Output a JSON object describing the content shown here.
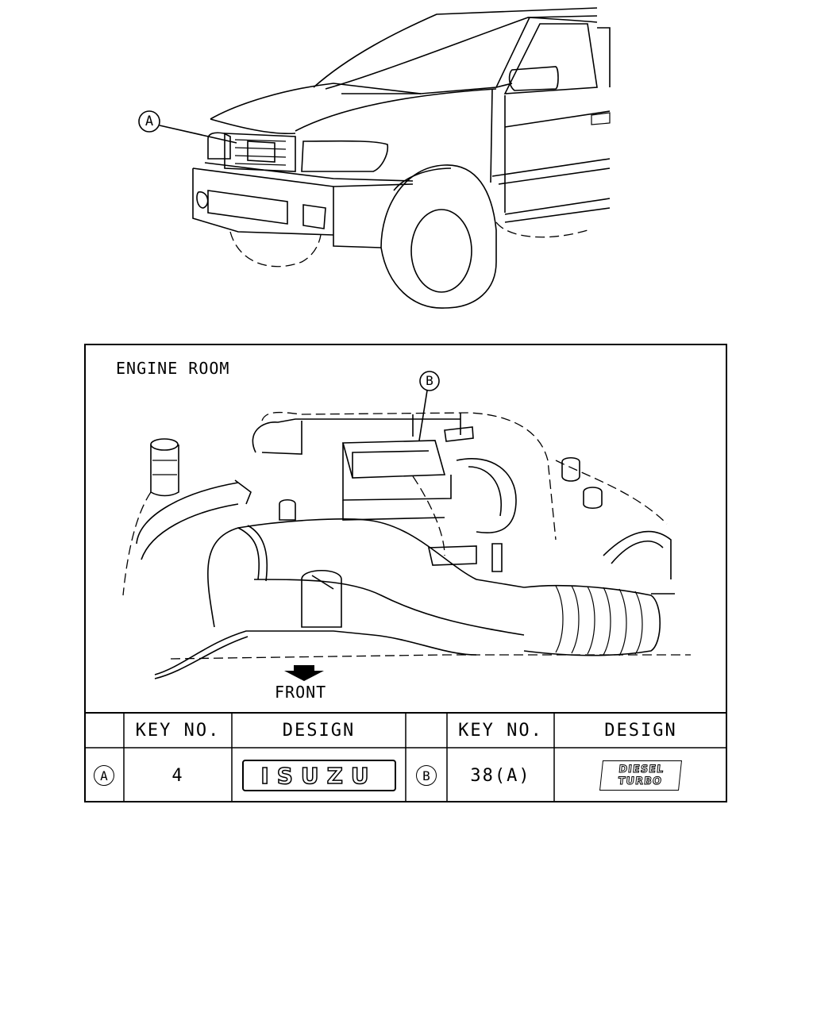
{
  "callouts": {
    "a": "A",
    "b": "B"
  },
  "engine_room": {
    "title": "ENGINE ROOM",
    "front_label": "FRONT"
  },
  "table": {
    "headers": {
      "key_no": "KEY NO.",
      "design": "DESIGN"
    },
    "rows": [
      {
        "marker": "A",
        "key_no": "4",
        "design": "ISUZU"
      },
      {
        "marker": "B",
        "key_no": "38(A)",
        "design": "DIESEL TURBO"
      }
    ]
  }
}
